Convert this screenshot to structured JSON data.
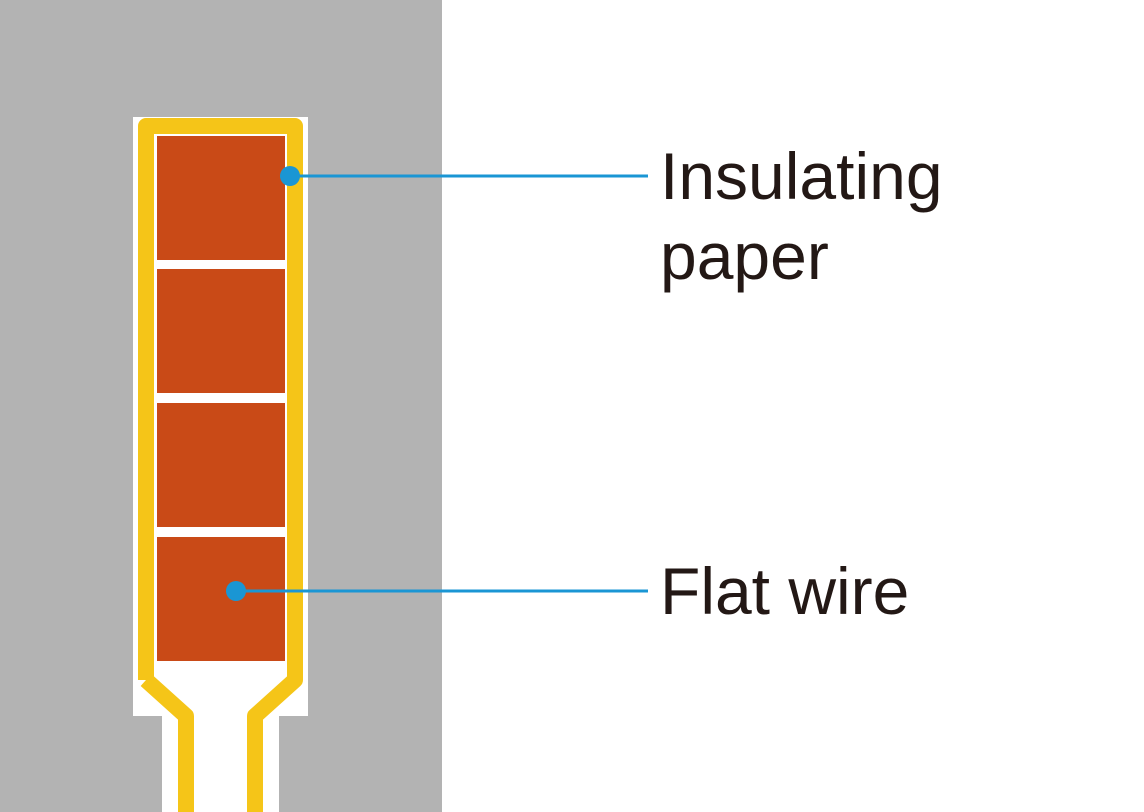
{
  "labels": {
    "insulating_paper_line1": "Insulating",
    "insulating_paper_line2": "paper",
    "flat_wire": "Flat wire"
  },
  "colors": {
    "background_gray": "#b3b3b3",
    "insulating_paper": "#f5c518",
    "flat_wire": "#c94a17",
    "leader_line": "#1a96d4",
    "label_text": "#231815"
  },
  "structure": {
    "flat_wire_count": 4
  }
}
